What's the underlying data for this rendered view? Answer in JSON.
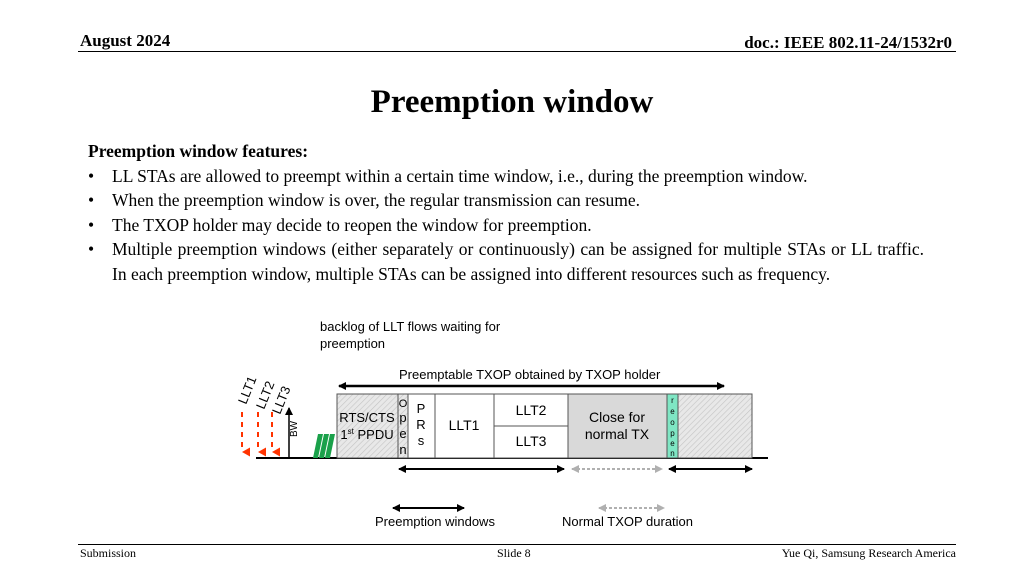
{
  "header": {
    "date": "August 2024",
    "doc": "doc.: IEEE 802.11-24/1532r0"
  },
  "title": "Preemption window",
  "body": {
    "features_heading": "Preemption window features:",
    "bullets": [
      "LL STAs are allowed to preempt within a certain time window, i.e., during the preemption window.",
      "When the preemption window is over, the regular transmission can resume.",
      "The TXOP holder may decide to reopen the window for preemption.",
      "Multiple preemption windows (either separately or continuously) can be assigned for multiple STAs or LL traffic. In each preemption window, multiple STAs can be assigned into different resources such as frequency."
    ]
  },
  "diagram": {
    "backlog_line1": "backlog of LLT flows waiting for",
    "backlog_line2": "preemption",
    "txop_label": "Preemptable TXOP obtained by TXOP holder",
    "llt_labels": [
      "LLT1",
      "LLT2",
      "LLT3"
    ],
    "bw_label": "BW",
    "rts_line1": "RTS/CTS",
    "rts_line2_main": "1",
    "rts_line2_sup": "st",
    "rts_line2_rest": " PPDU",
    "open_letters": [
      "O",
      "p",
      "e",
      "n"
    ],
    "prs_letters": [
      "P",
      "R",
      "s"
    ],
    "box_llt1": "LLT1",
    "box_llt2": "LLT2",
    "box_llt3": "LLT3",
    "close_line1": "Close for",
    "close_line2": "normal TX",
    "reopen_letters": [
      "r",
      "e",
      "o",
      "p",
      "e",
      "n"
    ],
    "legend_preemption": "Preemption windows",
    "legend_normal": "Normal TXOP duration",
    "colors": {
      "llt_arrow": "#ff3300",
      "hatch_green": "#1aa14a",
      "reopen_fill": "#7fe6c4",
      "close_fill": "#d9d9d9",
      "hatched_fill": "#e4e4e4",
      "normal_arrow": "#b0b0b0"
    }
  },
  "footer": {
    "left": "Submission",
    "center": "Slide 8",
    "right": "Yue Qi, Samsung Research America"
  }
}
